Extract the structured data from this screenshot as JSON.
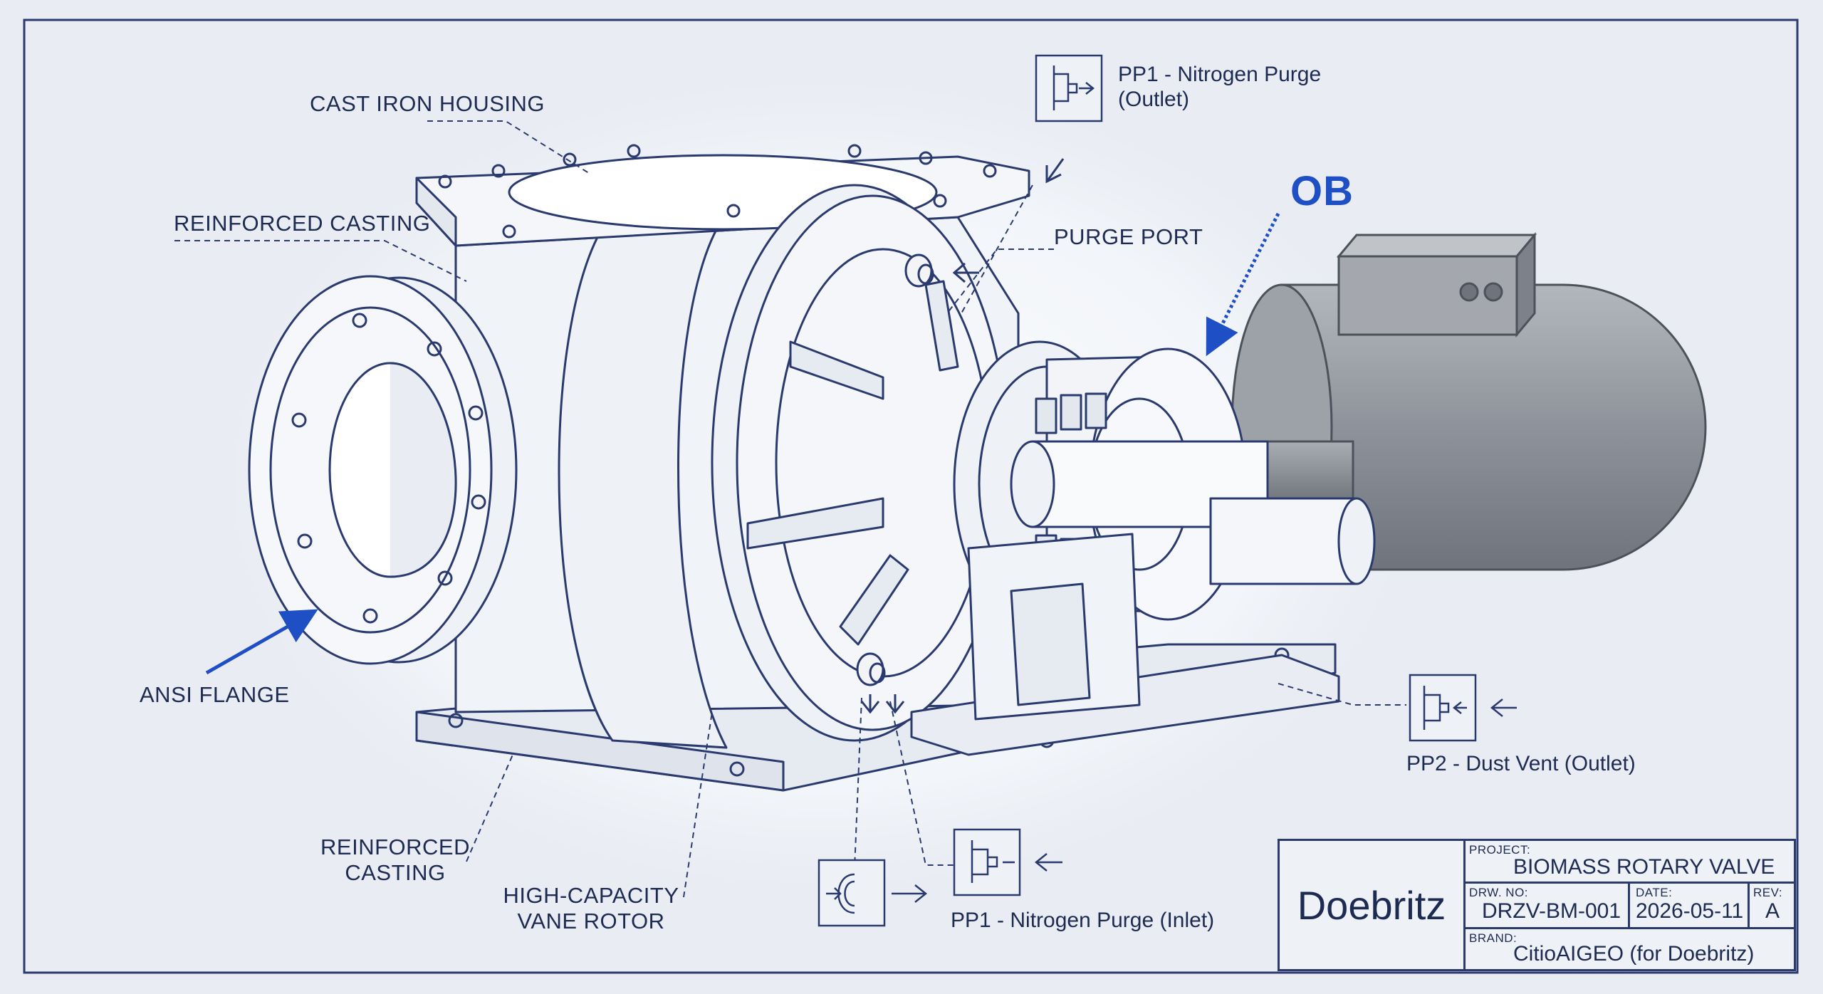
{
  "labels": {
    "cast_iron_housing": "CAST IRON HOUSING",
    "reinforced_casting_top": "REINFORCED CASTING",
    "purge_port": "PURGE PORT",
    "ansi_flange": "ANSI FLANGE",
    "reinforced_casting_bottom_1": "REINFORCED",
    "reinforced_casting_bottom_2": "CASTING",
    "vane_rotor_1": "HIGH-CAPACITY",
    "vane_rotor_2": "VANE ROTOR",
    "ob": "OB",
    "pp1_outlet_1": "PP1 - Nitrogen Purge",
    "pp1_outlet_2": "(Outlet)",
    "pp2_outlet": "PP2 - Dust Vent (Outlet)",
    "pp1_inlet": "PP1 - Nitrogen Purge (Inlet)"
  },
  "title_block": {
    "company": "Doebritz",
    "project_caption": "PROJECT:",
    "project": "BIOMASS ROTARY VALVE",
    "drawing_no_caption": "DRW. NO:",
    "drawing_no": "DRZV-BM-001",
    "date_caption": "DATE:",
    "date": "2026-05-11",
    "rev_caption": "REV:",
    "rev": "A",
    "brand_caption": "BRAND:",
    "brand": "CitioAIGEO (for Doebritz)"
  },
  "colors": {
    "line": "#2a3a6e",
    "accent_blue": "#1f4fc4",
    "background": "#e9edf3",
    "motor_gray": "#8e939b"
  },
  "icons": [
    "purge-outlet-icon",
    "dust-vent-icon",
    "purge-inlet-icon",
    "purge-inlet-icon-2"
  ]
}
